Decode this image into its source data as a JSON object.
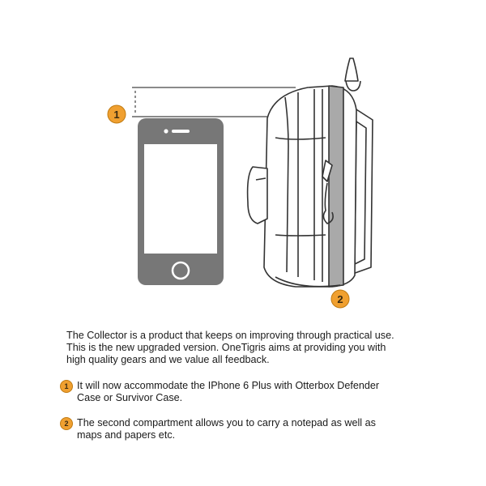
{
  "callouts": {
    "one": "1",
    "two": "2"
  },
  "intro": {
    "line1": "The Collector is a product that keeps on improving through practical use.",
    "line2": "This is the new upgraded version. OneTigris aims at providing you with",
    "line3": "high quality gears and we value all feedback."
  },
  "notes": [
    {
      "number": "1",
      "line1": "It will now accommodate the IPhone 6 Plus with Otterbox Defender",
      "line2": "Case or Survivor Case."
    },
    {
      "number": "2",
      "line1": "The second compartment allows you to carry a notepad as well as",
      "line2": "maps and papers etc."
    }
  ],
  "colors": {
    "badge": "#f0a030",
    "phone_body": "#777777",
    "phone_screen": "#ffffff",
    "pouch_stripe": "#a9a9a9",
    "line_art": "#333333"
  }
}
